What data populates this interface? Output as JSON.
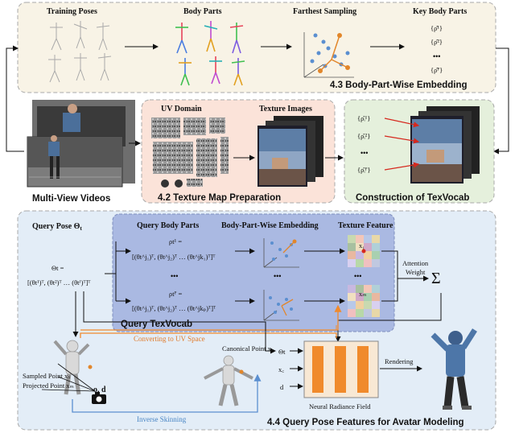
{
  "top_panel": {
    "training_poses": "Training Poses",
    "body_parts": "Body Parts",
    "farthest_sampling": "Farthest Sampling",
    "key_body_parts": "Key Body Parts",
    "key_rho_1": "{ρ̂¹}",
    "key_rho_2": "{ρ̂²}",
    "key_dots": "•••",
    "key_rho_p": "{ρ̂ᴾ}",
    "section_label": "4.3 Body-Part-Wise Embedding"
  },
  "multiview": {
    "label": "Multi-View Videos"
  },
  "texture_panel": {
    "uv_domain": "UV Domain",
    "texture_images": "Texture Images",
    "section_label": "4.2 Texture Map Preparation"
  },
  "texvocab_panel": {
    "rho_1": "{ρ̂ᵢ¹}",
    "rho_2": "{ρ̂ᵢ²}",
    "dots": "•••",
    "rho_p": "{ρ̂ᵢᴾ}",
    "section_label": "Construction of TexVocab"
  },
  "bottom_panel": {
    "query_pose": "Query Pose Θ",
    "query_pose_sub": "t",
    "theta_eq": "Θt =",
    "theta_expr": "[(θt¹)ᵀ, (θt²)ᵀ … (θtᴶ)ᵀ]ᵀ",
    "query_body_parts": "Query Body Parts",
    "bpw_embedding": "Body-Part-Wise Embedding",
    "texture_feature": "Texture Feature",
    "rho1_eq": "ρt¹ =",
    "rho1_expr": "[(θt^j₁)ᵀ, (θt^j₂)ᵀ … (θt^jk₁)ᵀ]ᵀ",
    "rhop_eq": "ρtᴾ =",
    "rhop_expr": "[(θt^j₁)ᵀ, (θt^j₂)ᵀ … (θt^jkₚ)ᵀ]ᵀ",
    "dots1": "•••",
    "dots2": "•••",
    "dots3": "•••",
    "x1_label": "x₁",
    "xm_label": "xₘ",
    "attention_weight": "Attention\nWeight",
    "attention_line1": "Attention",
    "attention_line2": "Weight",
    "sum_symbol": "Σ",
    "query_texvocab": "Query TexVocab",
    "converting_uv": "Converting to UV Space",
    "sampled_point": "Sampled Point xₛ",
    "projected_point": "Projected Point xₘ",
    "canonical_point": "Canonical Point x꜀",
    "camera_label": "o, d",
    "inverse_skinning": "Inverse Skinning",
    "nerf_theta": "Θt",
    "nerf_xc": "x꜀",
    "nerf_d": "d",
    "nerf_label": "Neural Radiance Field",
    "rendering": "Rendering",
    "section_label": "4.4 Query Pose Features for Avatar Modeling"
  },
  "colors": {
    "top_panel_bg": "#f8f3e6",
    "texture_panel_bg": "#fbe3d9",
    "texvocab_panel_bg": "#e5f0dc",
    "bottom_panel_bg": "#e3edf7",
    "inner_panel_bg": "#aab9e2",
    "orange": "#f08a2c",
    "blue": "#5b8fd0",
    "red": "#d6281e"
  }
}
